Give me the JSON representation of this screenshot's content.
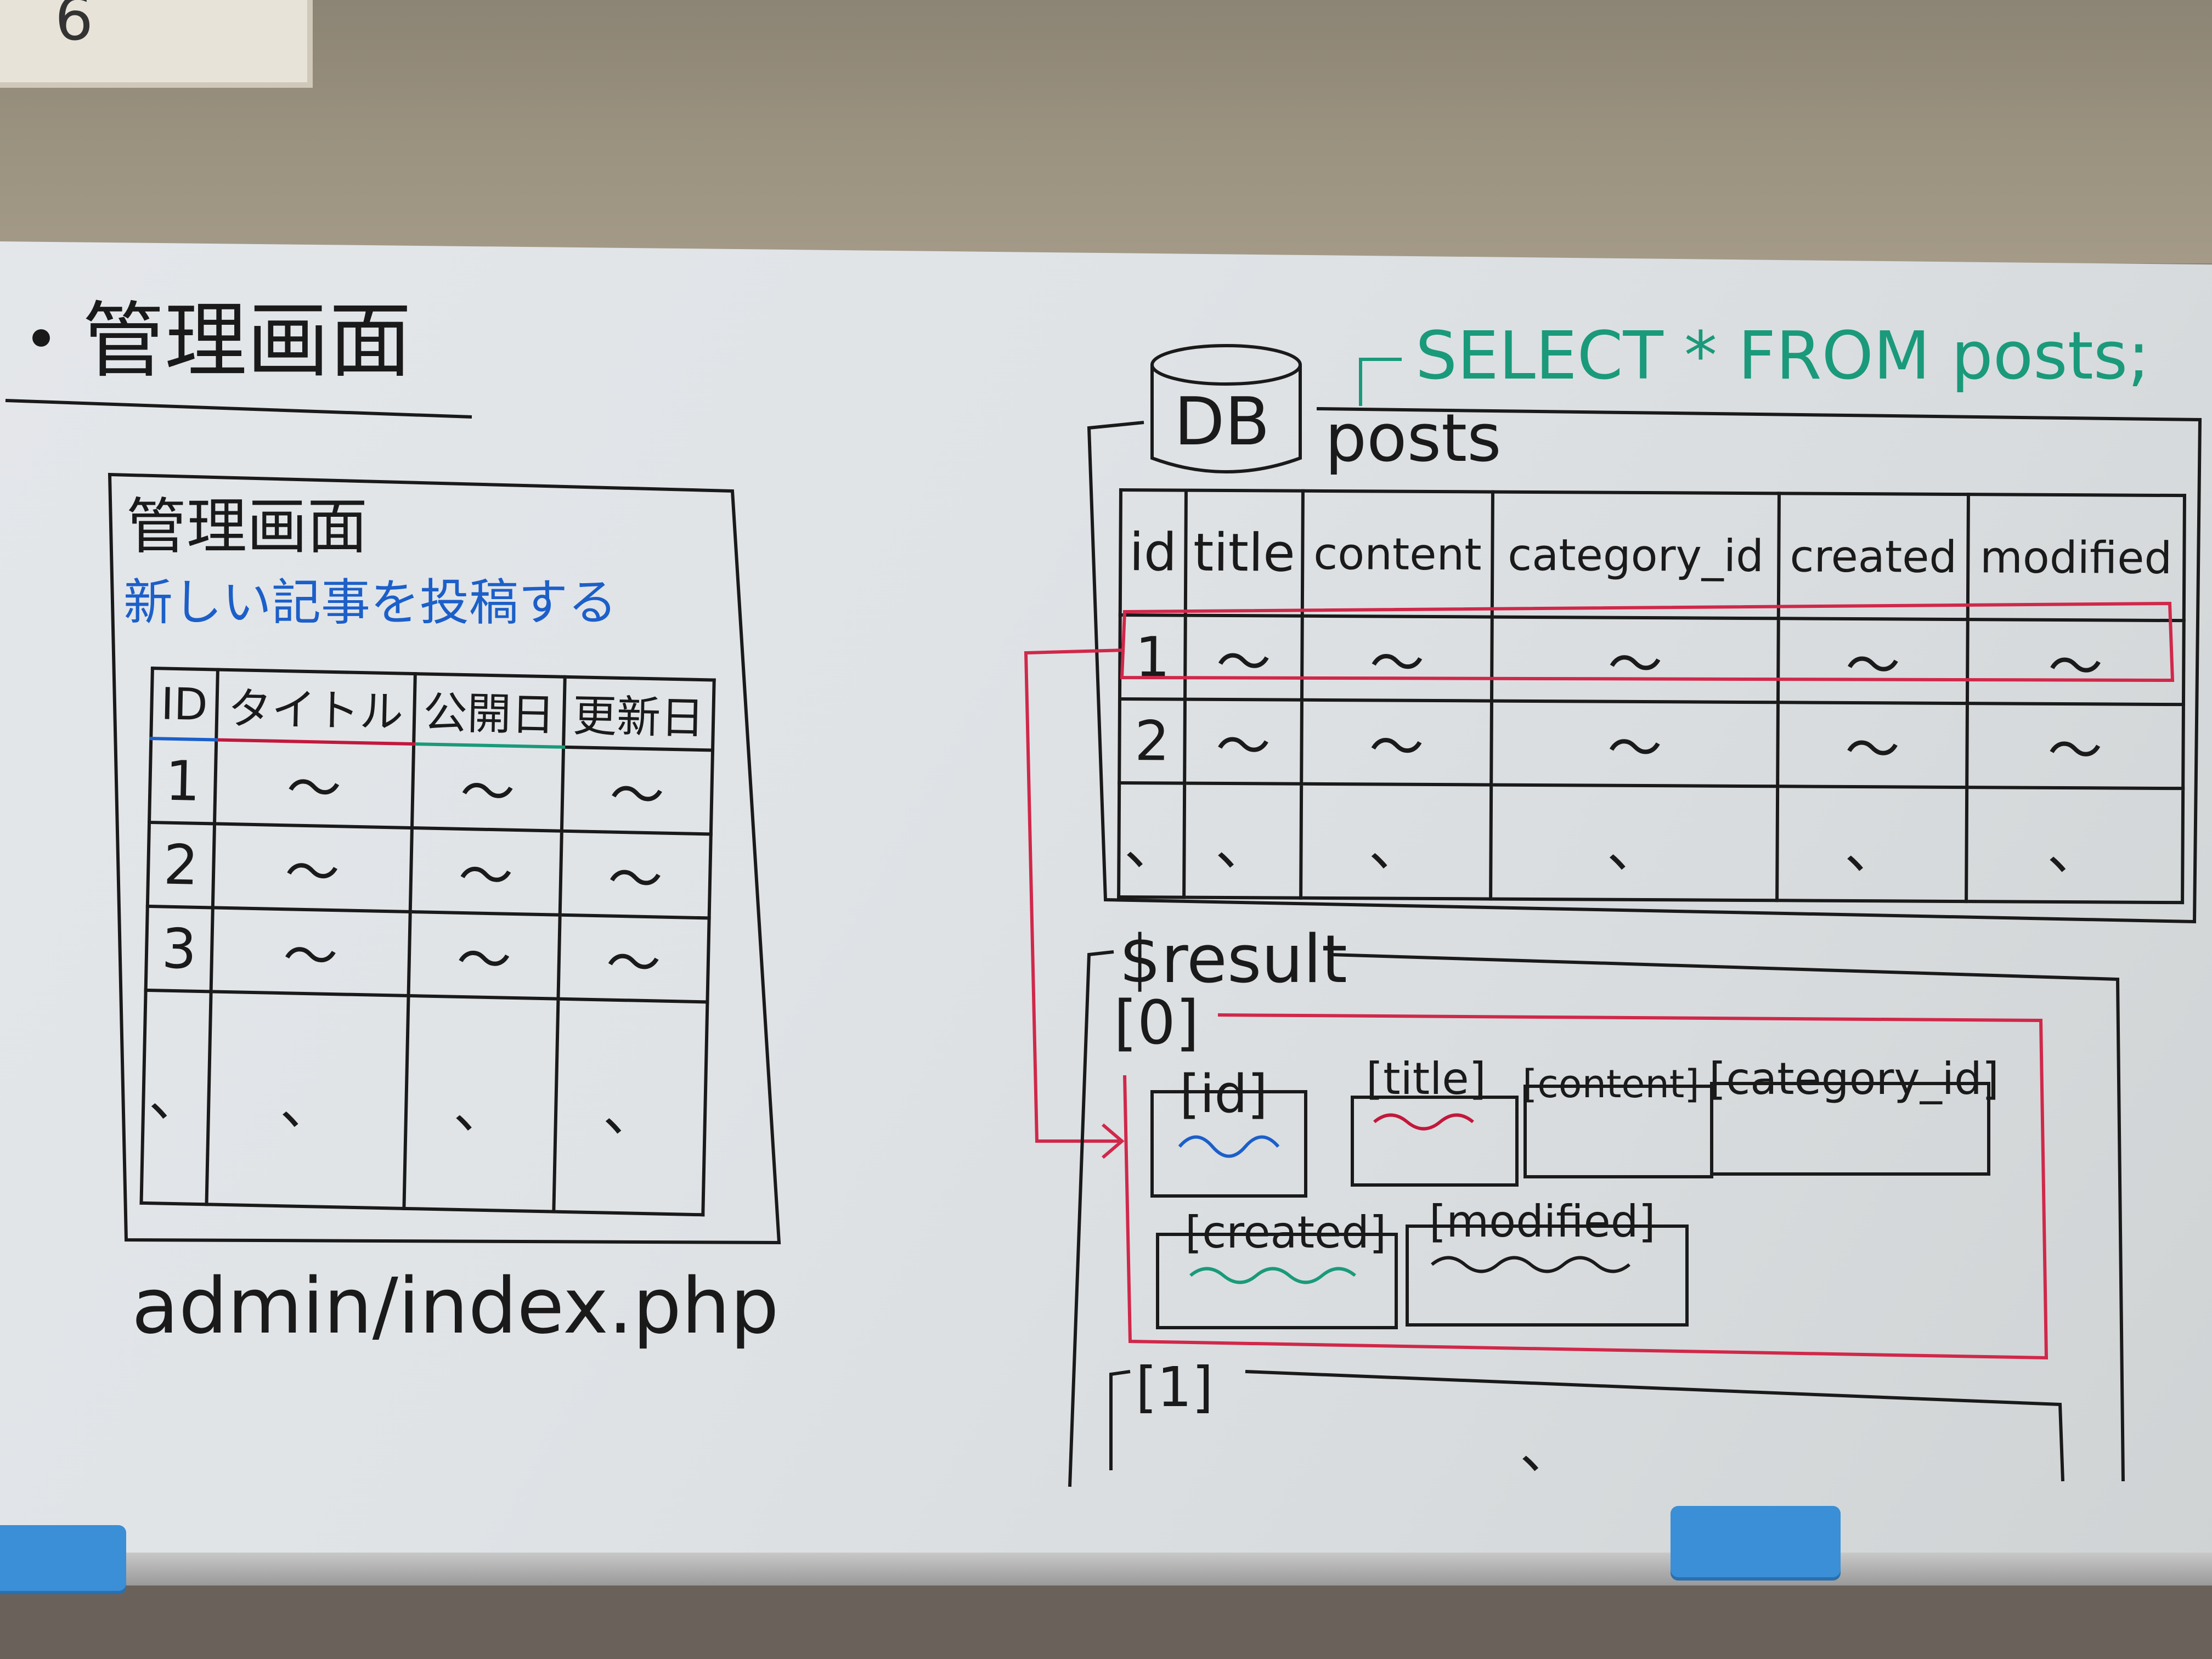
{
  "clock": {
    "digit": "6"
  },
  "left_board": {
    "heading": "・管理画面",
    "panel": {
      "title": "管理画面",
      "subtitle": "新しい記事を投稿する",
      "table": {
        "headers": [
          "ID",
          "タイトル",
          "公開日",
          "更新日"
        ],
        "rows": [
          [
            "1",
            "〜",
            "〜",
            "〜"
          ],
          [
            "2",
            "〜",
            "〜",
            "〜"
          ],
          [
            "3",
            "〜",
            "〜",
            "〜"
          ],
          [
            "、",
            "、",
            "、",
            "、"
          ]
        ]
      }
    },
    "filename": "admin/index.php"
  },
  "right_board": {
    "db_label": "DB",
    "sql": "SELECT * FROM posts;",
    "table_name": "posts",
    "table": {
      "headers": [
        "id",
        "title",
        "content",
        "category_id",
        "created",
        "modified"
      ],
      "rows": [
        [
          "1",
          "〜",
          "〜",
          "〜",
          "〜",
          "〜"
        ],
        [
          "2",
          "〜",
          "〜",
          "〜",
          "〜",
          "〜"
        ],
        [
          "、",
          "、",
          "、",
          "、",
          "、",
          "、"
        ]
      ]
    },
    "result": {
      "var": "$result",
      "index0": "[0]",
      "keys": [
        "[id]",
        "[title]",
        "[content]",
        "[category_id]",
        "[created]",
        "[modified]"
      ],
      "index1": "[1]",
      "ellipsis": "、"
    }
  },
  "colors": {
    "marker_black": "#1a1a1a",
    "marker_blue": "#1c5fc9",
    "marker_green": "#1a9a7a",
    "marker_red": "#d0284a",
    "eraser": "#3a8fd6"
  }
}
